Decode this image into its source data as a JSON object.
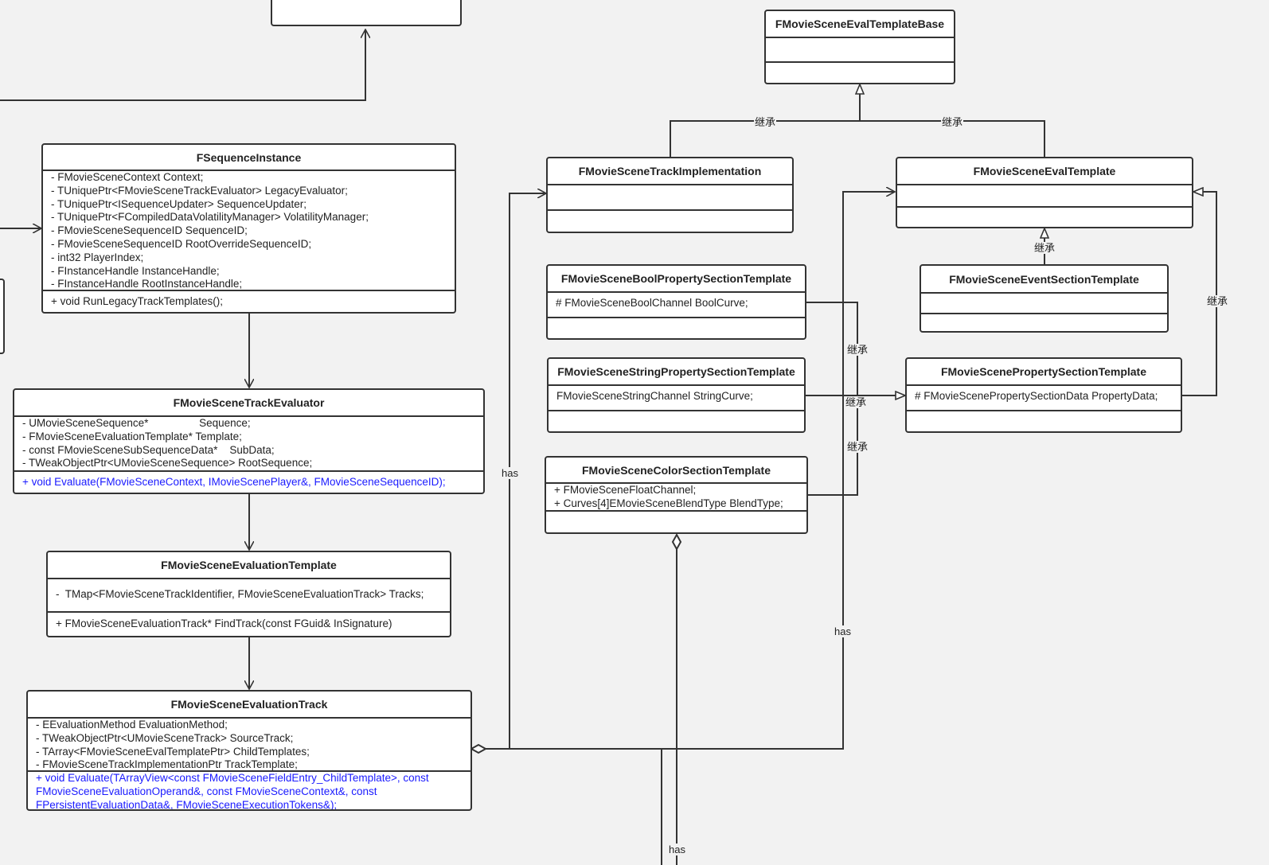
{
  "classes": {
    "eval_template_base": {
      "name": "FMovieSceneEvalTemplateBase"
    },
    "track_impl": {
      "name": "FMovieSceneTrackImplementation"
    },
    "eval_template": {
      "name": "FMovieSceneEvalTemplate"
    },
    "bool_prop": {
      "name": "FMovieSceneBoolPropertySectionTemplate",
      "attrs": [
        "# FMovieSceneBoolChannel BoolCurve;"
      ]
    },
    "string_prop": {
      "name": "FMovieSceneStringPropertySectionTemplate",
      "attrs": [
        "FMovieSceneStringChannel StringCurve;"
      ]
    },
    "color_section": {
      "name": "FMovieSceneColorSectionTemplate",
      "attrs": [
        "+ FMovieSceneFloatChannel;",
        "+ Curves[4]EMovieSceneBlendType BlendType;"
      ]
    },
    "event_section": {
      "name": "FMovieSceneEventSectionTemplate"
    },
    "property_section": {
      "name": "FMovieScenePropertySectionTemplate",
      "attrs": [
        "# FMovieScenePropertySectionData PropertyData;"
      ]
    },
    "sequence_instance": {
      "name": "FSequenceInstance",
      "attrs": [
        "- FMovieSceneContext Context;",
        "- TUniquePtr<FMovieSceneTrackEvaluator> LegacyEvaluator;",
        "- TUniquePtr<ISequenceUpdater> SequenceUpdater;",
        "- TUniquePtr<FCompiledDataVolatilityManager> VolatilityManager;",
        "- FMovieSceneSequenceID SequenceID;",
        "- FMovieSceneSequenceID RootOverrideSequenceID;",
        "- int32 PlayerIndex;",
        "- FInstanceHandle InstanceHandle;",
        "- FInstanceHandle RootInstanceHandle;"
      ],
      "ops": [
        "+ void RunLegacyTrackTemplates();"
      ]
    },
    "track_evaluator": {
      "name": "FMovieSceneTrackEvaluator",
      "attrs": [
        "- UMovieSceneSequence*                 Sequence;",
        "- FMovieSceneEvaluationTemplate* Template;",
        "- const FMovieSceneSubSequenceData*    SubData;",
        "- TWeakObjectPtr<UMovieSceneSequence> RootSequence;"
      ],
      "ops": [
        "+ void Evaluate(FMovieSceneContext, IMovieScenePlayer&, FMovieSceneSequenceID);"
      ]
    },
    "evaluation_template": {
      "name": "FMovieSceneEvaluationTemplate",
      "attrs": [
        "-  TMap<FMovieSceneTrackIdentifier, FMovieSceneEvaluationTrack> Tracks;"
      ],
      "ops": [
        "+ FMovieSceneEvaluationTrack* FindTrack(const FGuid& InSignature)"
      ]
    },
    "evaluation_track": {
      "name": "FMovieSceneEvaluationTrack",
      "attrs": [
        "- EEvaluationMethod EvaluationMethod;",
        "- TWeakObjectPtr<UMovieSceneTrack> SourceTrack;",
        "- TArray<FMovieSceneEvalTemplatePtr> ChildTemplates;",
        "- FMovieSceneTrackImplementationPtr TrackTemplate;"
      ],
      "ops": [
        "+ void Evaluate(TArrayView<const FMovieSceneFieldEntry_ChildTemplate>, const",
        "FMovieSceneEvaluationOperand&, const FMovieSceneContext&, const",
        "FPersistentEvaluationData&, FMovieSceneExecutionTokens&);"
      ]
    }
  },
  "relations": {
    "inherit_label": "继承",
    "has_label": "has"
  },
  "colors": {
    "operation_blue": "#1a1aff",
    "line": "#333333",
    "background": "#f2f2f2"
  }
}
